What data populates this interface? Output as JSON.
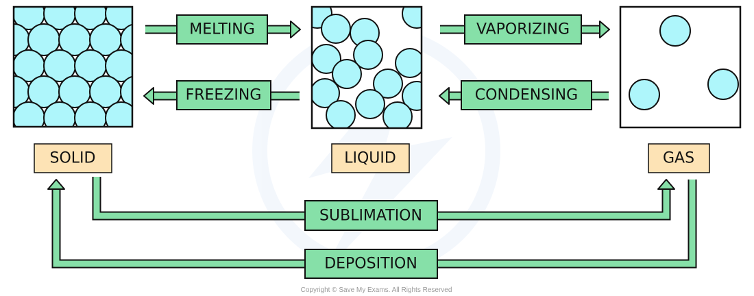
{
  "states": {
    "solid": "SOLID",
    "liquid": "LIQUID",
    "gas": "GAS"
  },
  "processes": {
    "melting": "MELTING",
    "freezing": "FREEZING",
    "vaporizing": "VAPORIZING",
    "condensing": "CONDENSING",
    "sublimation": "SUBLIMATION",
    "deposition": "DEPOSITION"
  },
  "copyright": "Copyright © Save My Exams. All Rights Reserved",
  "colors": {
    "particle": "#aef6fb",
    "arrow": "#86e0a8",
    "state_label": "#fde3b5",
    "outline": "#111111"
  }
}
